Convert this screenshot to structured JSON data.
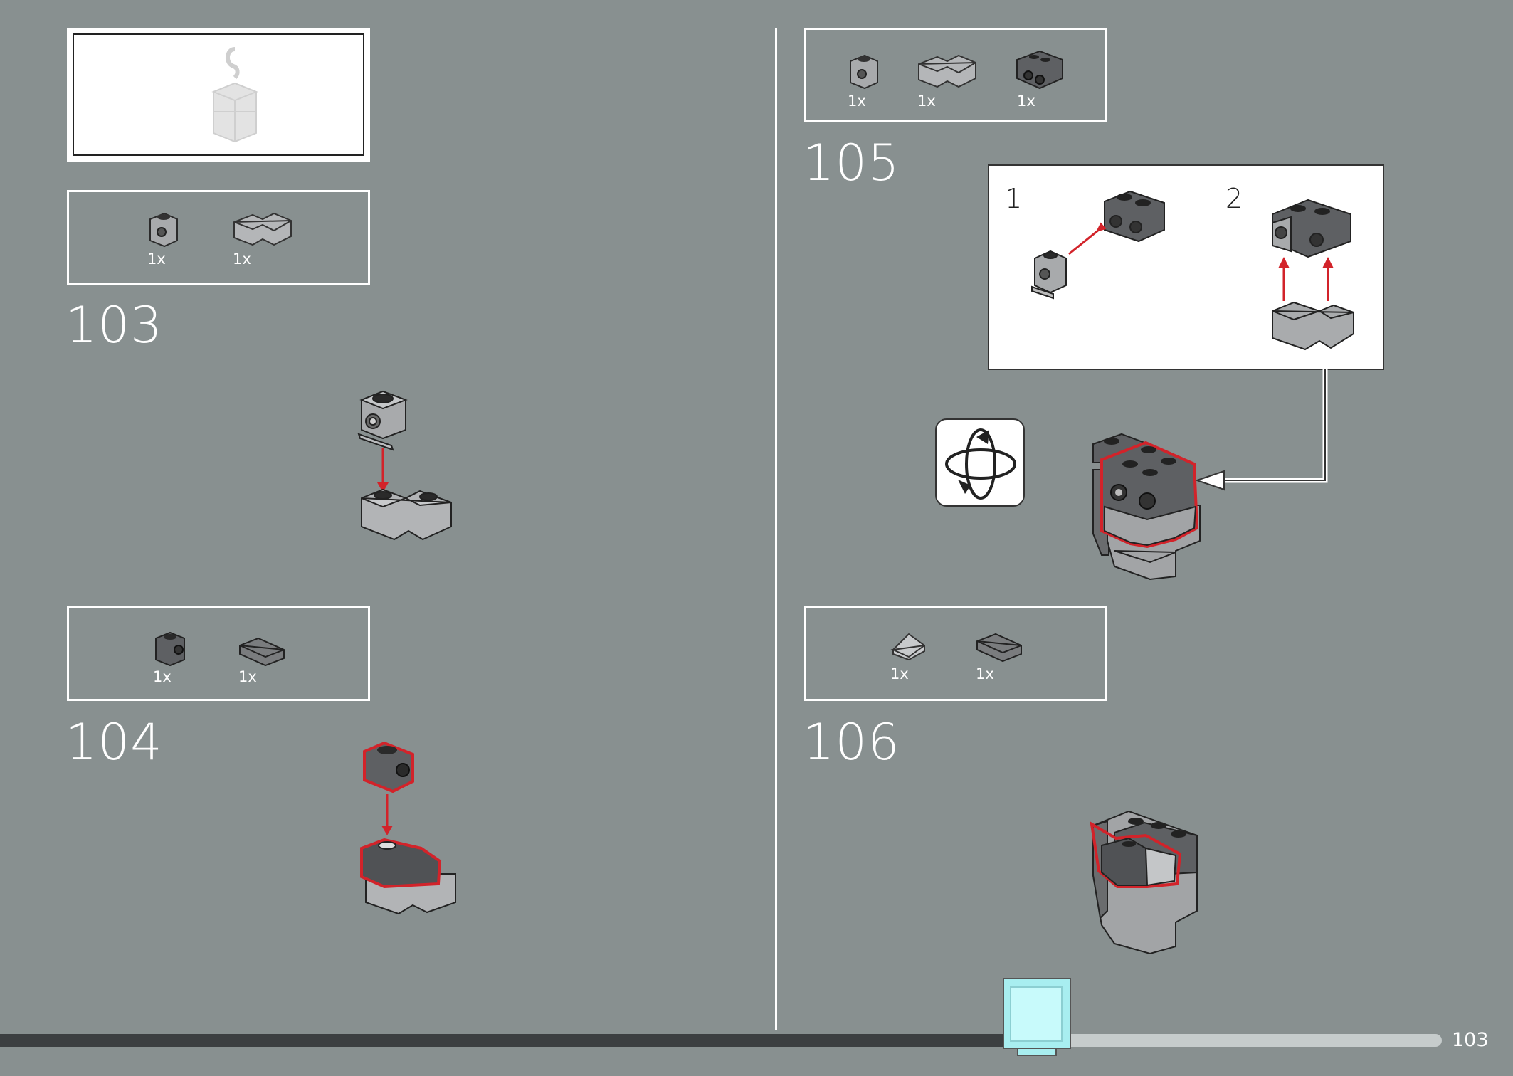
{
  "page": {
    "number": "103"
  },
  "progress": {
    "fraction": 0.74
  },
  "left": {
    "top_callout": {
      "description_icon": "minifig-hand-with-hook-icon"
    },
    "steps": [
      {
        "number": "103",
        "parts": [
          {
            "qty": "1x",
            "icon": "bracket-brick-icon"
          },
          {
            "qty": "1x",
            "icon": "corner-plate-icon"
          }
        ]
      },
      {
        "number": "104",
        "parts": [
          {
            "qty": "1x",
            "icon": "dark-bracket-brick-icon"
          },
          {
            "qty": "1x",
            "icon": "slope-tile-icon"
          }
        ]
      }
    ]
  },
  "right": {
    "steps": [
      {
        "number": "105",
        "parts": [
          {
            "qty": "1x",
            "icon": "bracket-brick-icon"
          },
          {
            "qty": "1x",
            "icon": "corner-plate-icon"
          },
          {
            "qty": "1x",
            "icon": "dark-brick-2x2-icon"
          }
        ],
        "substeps": [
          {
            "label": "1"
          },
          {
            "label": "2"
          }
        ]
      },
      {
        "number": "106",
        "parts": [
          {
            "qty": "1x",
            "icon": "light-slope-icon"
          },
          {
            "qty": "1x",
            "icon": "dark-slope-icon"
          }
        ]
      }
    ]
  },
  "colors": {
    "background": "#889090",
    "highlight": "#d2232a",
    "dark_brick": "#5e6063",
    "light_brick": "#a2a4a6"
  }
}
